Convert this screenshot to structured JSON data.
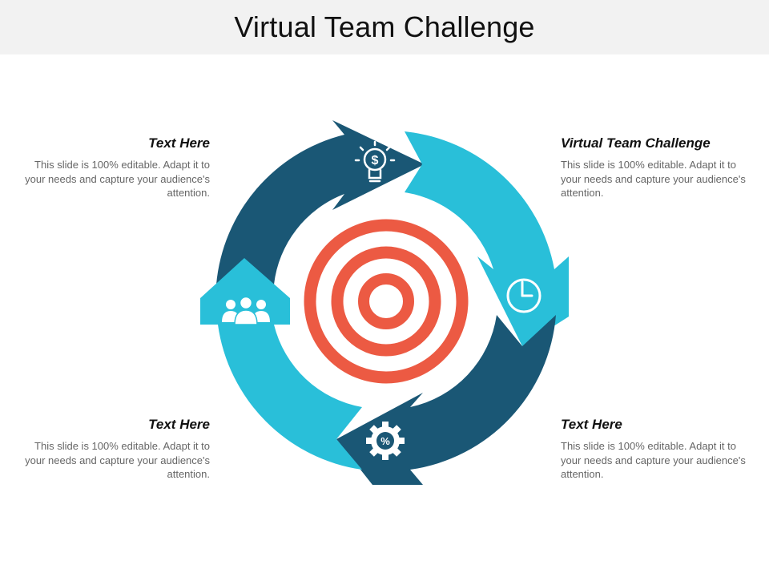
{
  "slide": {
    "title": "Virtual Team Challenge"
  },
  "colors": {
    "dark_blue": "#1a5775",
    "light_blue": "#29bfd9",
    "target_red": "#ec5a43",
    "title_bar": "#f2f2f2"
  },
  "blocks": {
    "top_left": {
      "heading": "Text Here",
      "body": "This slide is 100% editable. Adapt it to your needs and capture your audience's attention."
    },
    "top_right": {
      "heading": "Virtual Team Challenge",
      "body": "This slide is 100% editable. Adapt it to your needs and capture your audience's attention."
    },
    "bottom_left": {
      "heading": "Text Here",
      "body": "This slide is 100% editable. Adapt it to your needs and capture your audience's attention."
    },
    "bottom_right": {
      "heading": "Text Here",
      "body": "This slide is 100% editable. Adapt it to your needs and capture your audience's attention."
    }
  },
  "icons": {
    "top": "lightbulb-dollar-icon",
    "right": "clock-icon",
    "bottom": "gear-percent-icon",
    "left": "team-icon"
  }
}
